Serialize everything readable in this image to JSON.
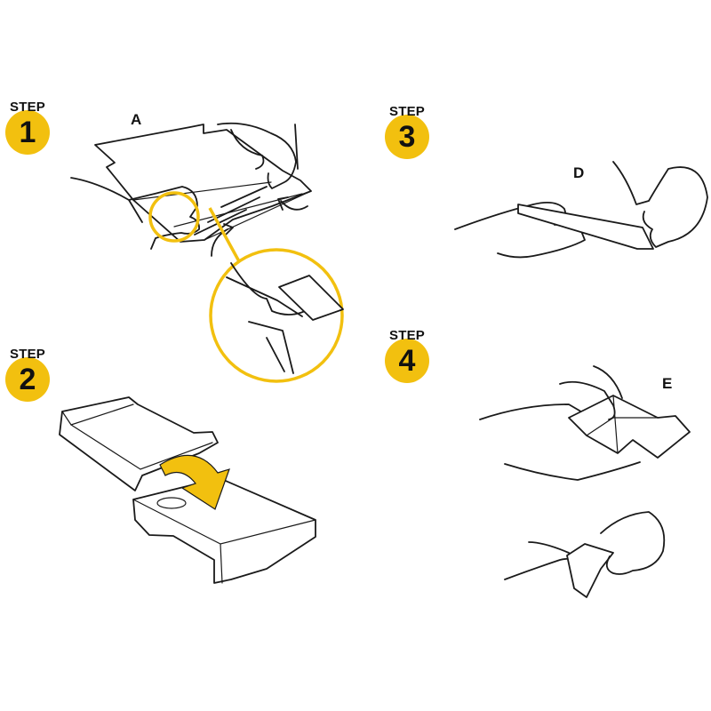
{
  "steps": [
    {
      "label": "STEP",
      "number": "1"
    },
    {
      "label": "STEP",
      "number": "2"
    },
    {
      "label": "STEP",
      "number": "3"
    },
    {
      "label": "STEP",
      "number": "4"
    }
  ],
  "panels": {
    "a": "A",
    "d": "D",
    "e": "E"
  },
  "colors": {
    "accent": "#f2c00f",
    "ink": "#1a1a1a",
    "background": "#ffffff"
  }
}
